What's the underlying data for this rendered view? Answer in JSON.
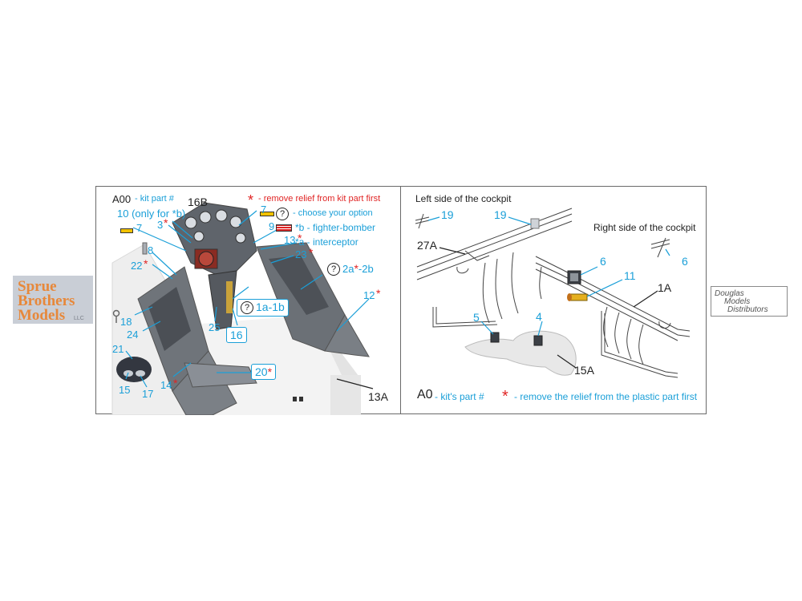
{
  "logos": {
    "left": {
      "line1": "Sprue",
      "line2": "Brothers",
      "line3": "Models",
      "suffix": "LLC"
    },
    "right": {
      "line1": "Douglas",
      "line2": "Models",
      "line3": "Distributors"
    }
  },
  "left_panel": {
    "legend": {
      "a00": "A00",
      "kit_part": "- kit part #",
      "remove_relief": "- remove relief from kit part first",
      "choose_option": "- choose your option",
      "fighter_bomber": "*b - fighter-bomber",
      "interceptor": "*a - interceptor",
      "asterisk": "*",
      "q": "?"
    },
    "callouts": {
      "c16B": "16B",
      "c10": "10 (only for *b)",
      "c3": "3",
      "c7a": "7",
      "c7b": "7",
      "c9": "9",
      "c13": "13",
      "c8": "8",
      "c23": "23",
      "c22": "22",
      "c2a": "2a",
      "c2b": "-2b",
      "c12": "12",
      "c18": "18",
      "c1ab": "1a-1b",
      "c24": "24",
      "c25": "25",
      "c16": "16",
      "c21": "21",
      "c20": "20",
      "c14": "14",
      "c15": "15",
      "c17": "17",
      "c13A": "13A"
    }
  },
  "right_panel": {
    "left_title": "Left side of the cockpit",
    "right_title": "Right side of the cockpit",
    "callouts": {
      "c19a": "19",
      "c19b": "19",
      "c27A": "27A",
      "c6a": "6",
      "c6b": "6",
      "c11": "11",
      "c1A": "1A",
      "c5": "5",
      "c4": "4",
      "c15A": "15A"
    },
    "legend": {
      "a0": "A0",
      "kit_part": "- kit's part #",
      "asterisk": "*",
      "remove": "- remove the relief from the plastic part first"
    }
  },
  "colors": {
    "accent": "#1a9fd8",
    "red": "#e02424",
    "yellow": "#f2c200",
    "border": "#6a6a6a"
  }
}
